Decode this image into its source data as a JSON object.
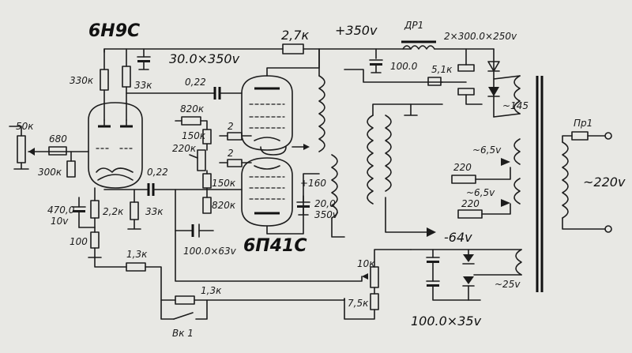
{
  "tubes": {
    "preamp": "6Н9С",
    "output": "6П41С"
  },
  "supply": {
    "hv": "+350v",
    "choke": "ДР1",
    "filter_cap": "30.0×350v",
    "reservoir_caps": "2×300.0×250v",
    "choke_cap": "100.0",
    "dropper": "2,7к",
    "g2_resistor": "5,1к",
    "winding_145": "~145",
    "neg_bias": "-64v",
    "winding_25": "~25v",
    "bias_caps": "100.0×35v",
    "fuse": "Пр1",
    "mains": "~220v"
  },
  "heaters": {
    "h1": "~6,5v",
    "h2": "~6,5v",
    "r1": "220",
    "r2": "220"
  },
  "input": {
    "pot": "50к",
    "grid_stop": "680",
    "grid_leak": "300к"
  },
  "preamp_parts": {
    "ra1": "330к",
    "ra2": "33к",
    "cc1": "0,22",
    "cc2": "0,22",
    "rk": "2,2к",
    "rk2": "33к",
    "ck": "470,0",
    "ck_v": "10v",
    "r100": "100"
  },
  "output_parts": {
    "rg1": "820к",
    "rg2": "150к",
    "rg3": "220к",
    "rg4": "150к",
    "rg5": "820к",
    "rs1": "2",
    "rs2": "2",
    "v160": "+160",
    "ck_out": "20,0",
    "ck_out_v": "350v",
    "c100": "100.0×63v"
  },
  "feedback": {
    "rf1": "1,3к",
    "rf2": "1,3к",
    "switch": "Вк 1",
    "rb1": "10к",
    "rb2": "7,5к"
  }
}
